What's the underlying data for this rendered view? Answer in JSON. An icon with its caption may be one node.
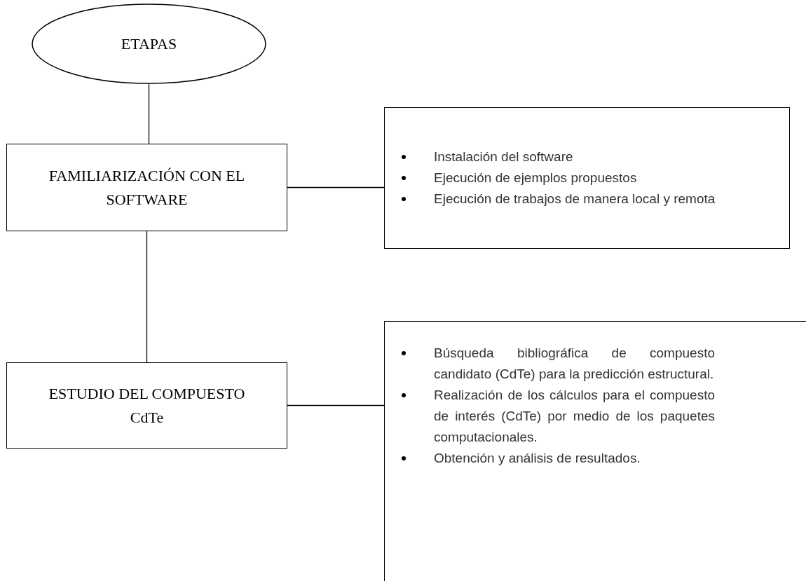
{
  "diagram": {
    "nodes": [
      {
        "text": [
          "ETAPAS"
        ]
      },
      {
        "text": [
          "FAMILIARIZACIÓN CON EL SOFTWARE"
        ]
      },
      {
        "text": [
          "Instalación del software",
          "Ejecución de ejemplos propuestos",
          "Ejecución de trabajos de manera local y remota"
        ]
      },
      {
        "text": [
          "ESTUDIO DEL COMPUESTO CdTe"
        ]
      },
      {
        "text": [
          "Búsqueda bibliográfica de compuesto candidato (CdTe) para la predicción estructural.",
          "Realización de los cálculos para el compuesto de interés (CdTe) por medio de los paquetes computacionales.",
          "Obtención y análisis de resultados."
        ]
      }
    ],
    "edges": [
      {
        "from": 0,
        "to": 1,
        "arrow": "none"
      },
      {
        "from": 1,
        "to": 2,
        "arrow": "none"
      },
      {
        "from": 1,
        "to": 3,
        "arrow": "none"
      },
      {
        "from": 3,
        "to": 4,
        "arrow": "none"
      }
    ]
  }
}
